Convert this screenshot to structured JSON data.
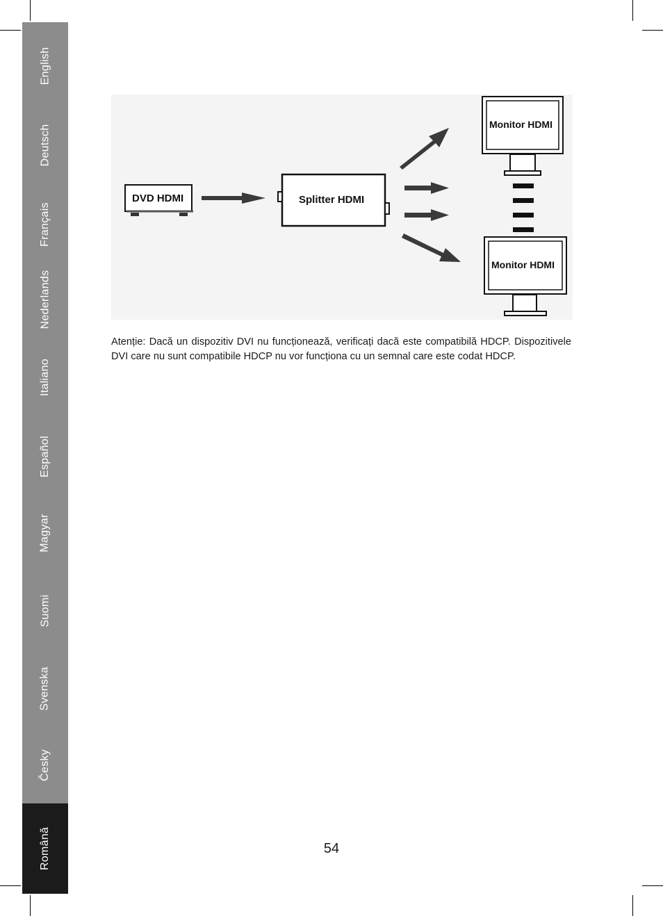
{
  "sidebar": {
    "languages": [
      "English",
      "Deutsch",
      "Français",
      "Nederlands",
      "Italiano",
      "Español",
      "Magyar",
      "Suomi",
      "Svenska",
      "Česky",
      "Română"
    ],
    "active": "Română"
  },
  "diagram": {
    "source_label": "DVD HDMI",
    "splitter_label": "Splitter HDMI",
    "monitor_top_label": "Monitor HDMI",
    "monitor_bottom_label": "Monitor HDMI"
  },
  "note": {
    "text": "Atenție: Dacă un dispozitiv DVI nu funcționează, verificați dacă este compatibilă HDCP. Dispozitivele DVI care nu sunt compatibile HDCP nu vor funcționa cu un semnal care este codat HDCP."
  },
  "page": {
    "number": "54"
  }
}
